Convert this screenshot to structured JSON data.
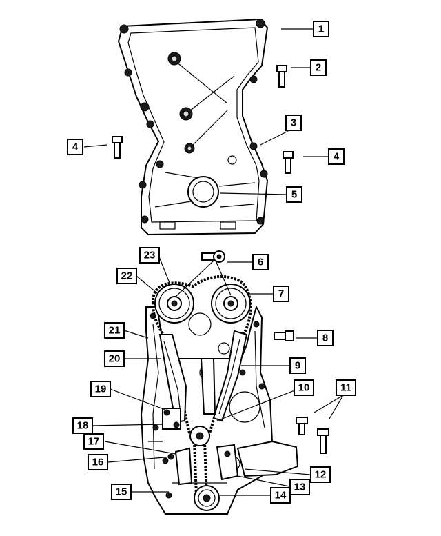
{
  "diagram": {
    "labels": {
      "l1": "1",
      "l2": "2",
      "l3": "3",
      "l4a": "4",
      "l4b": "4",
      "l5": "5",
      "l6": "6",
      "l7": "7",
      "l8": "8",
      "l9": "9",
      "l10": "10",
      "l11": "11",
      "l12": "12",
      "l13": "13",
      "l14": "14",
      "l15": "15",
      "l16": "16",
      "l17": "17",
      "l18": "18",
      "l19": "19",
      "l20": "20",
      "l21": "21",
      "l22": "22",
      "l23": "23"
    },
    "line_color": "#000000",
    "background": "#ffffff"
  }
}
